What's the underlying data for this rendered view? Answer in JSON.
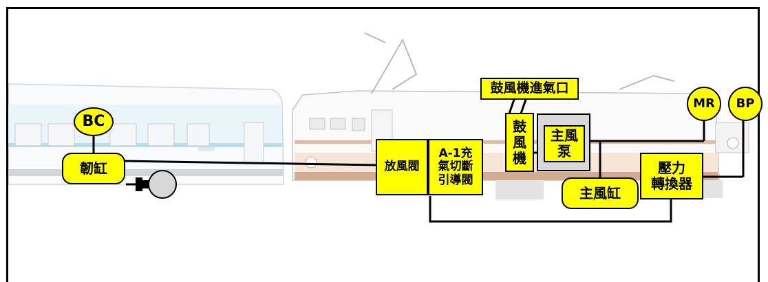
{
  "labels": {
    "bc": "BC",
    "brake_cylinder": "韌缸",
    "blowoff_valve": "放風閥",
    "a1_valve": "A-1充\n氣切斷\n引導閥",
    "blower_inlet": "鼓風機進氣口",
    "blower": "鼓\n風\n機",
    "main_compressor": "主風\n泵",
    "main_reservoir": "主風缸",
    "mr": "MR",
    "bp": "BP",
    "pressure_converter": "壓力\n轉換器"
  },
  "colors": {
    "box_fill": "#ffff00",
    "line": "#000000",
    "compressor_panel": "#d9d9d9"
  }
}
